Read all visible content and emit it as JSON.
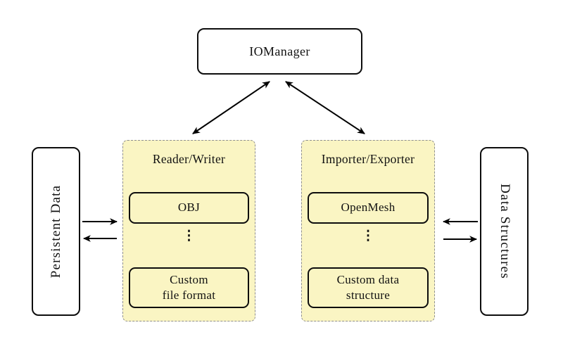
{
  "colors": {
    "background": "#ffffff",
    "group_fill": "#faf5c3",
    "group_border": "#8f8f8f",
    "node_border": "#0d0d0d",
    "node_fill": "#ffffff",
    "arrow": "#000000",
    "text": "#111111"
  },
  "nodes": {
    "iomanager": "IOManager",
    "persistent_data": "Persistent Data",
    "data_structures": "Data Structures"
  },
  "groups": {
    "reader_writer": {
      "title": "Reader/Writer",
      "top_item": "OBJ",
      "ellipsis": "⋮",
      "bottom_item_lines": [
        "Custom",
        "file format"
      ]
    },
    "importer_exporter": {
      "title": "Importer/Exporter",
      "top_item": "OpenMesh",
      "ellipsis": "⋮",
      "bottom_item_lines": [
        "Custom data",
        "structure"
      ]
    }
  }
}
